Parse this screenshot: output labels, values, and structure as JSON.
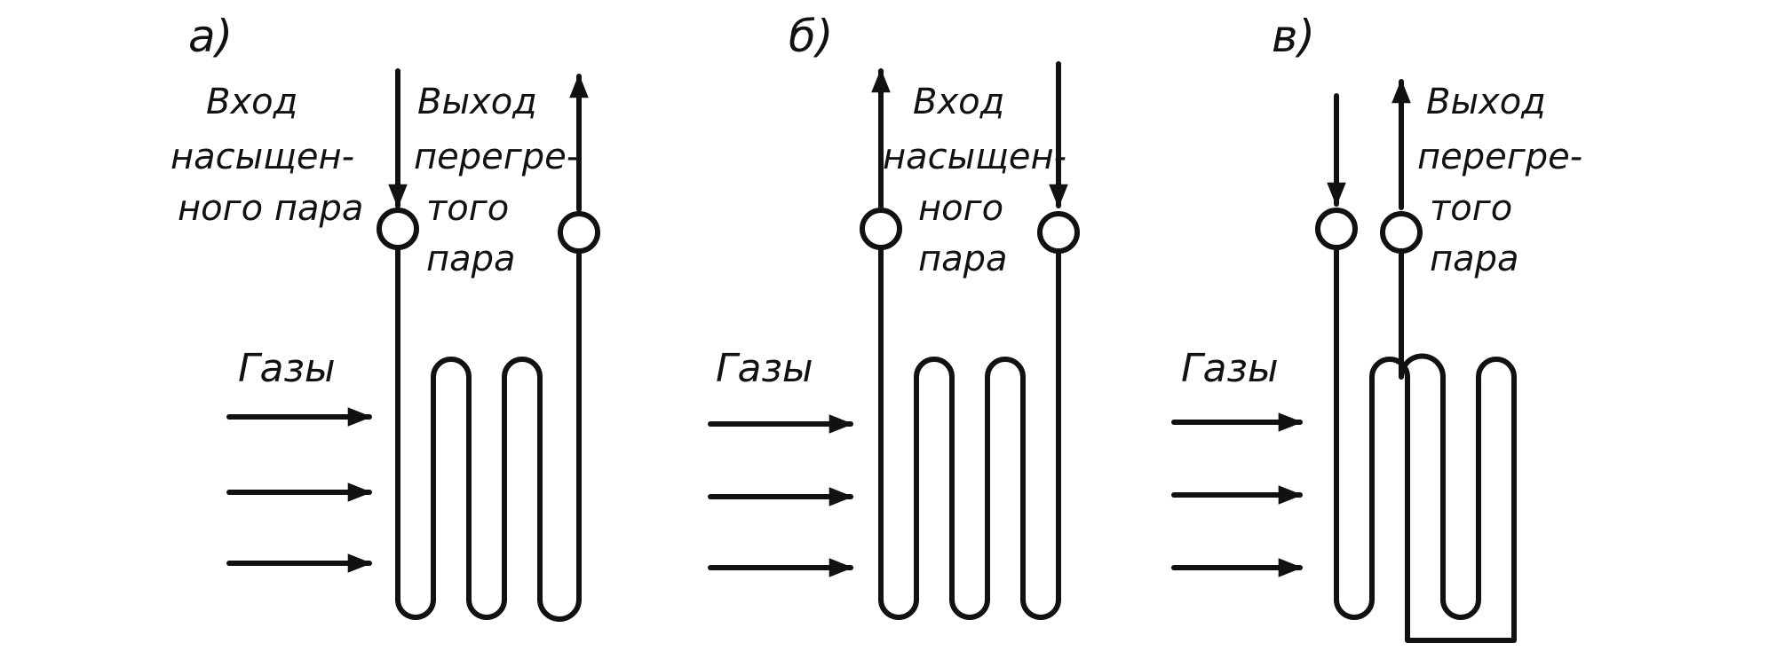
{
  "panels": [
    {
      "id": "a",
      "label": "а)",
      "gas_label": "Газы",
      "inlet": [
        "Вход",
        "насыщен-",
        "ного пара"
      ],
      "outlet": [
        "Выход",
        "перегре-",
        "того",
        "пара"
      ]
    },
    {
      "id": "b",
      "label": "б)",
      "gas_label": "Газы",
      "inlet": [
        "Вход",
        "насыщен-",
        "ного",
        "пара"
      ]
    },
    {
      "id": "v",
      "label": "в)",
      "gas_label": "Газы",
      "outlet": [
        "Выход",
        "перегре-",
        "того",
        "пара"
      ]
    }
  ],
  "colors": {
    "ink": "#111111",
    "background": "#ffffff"
  }
}
